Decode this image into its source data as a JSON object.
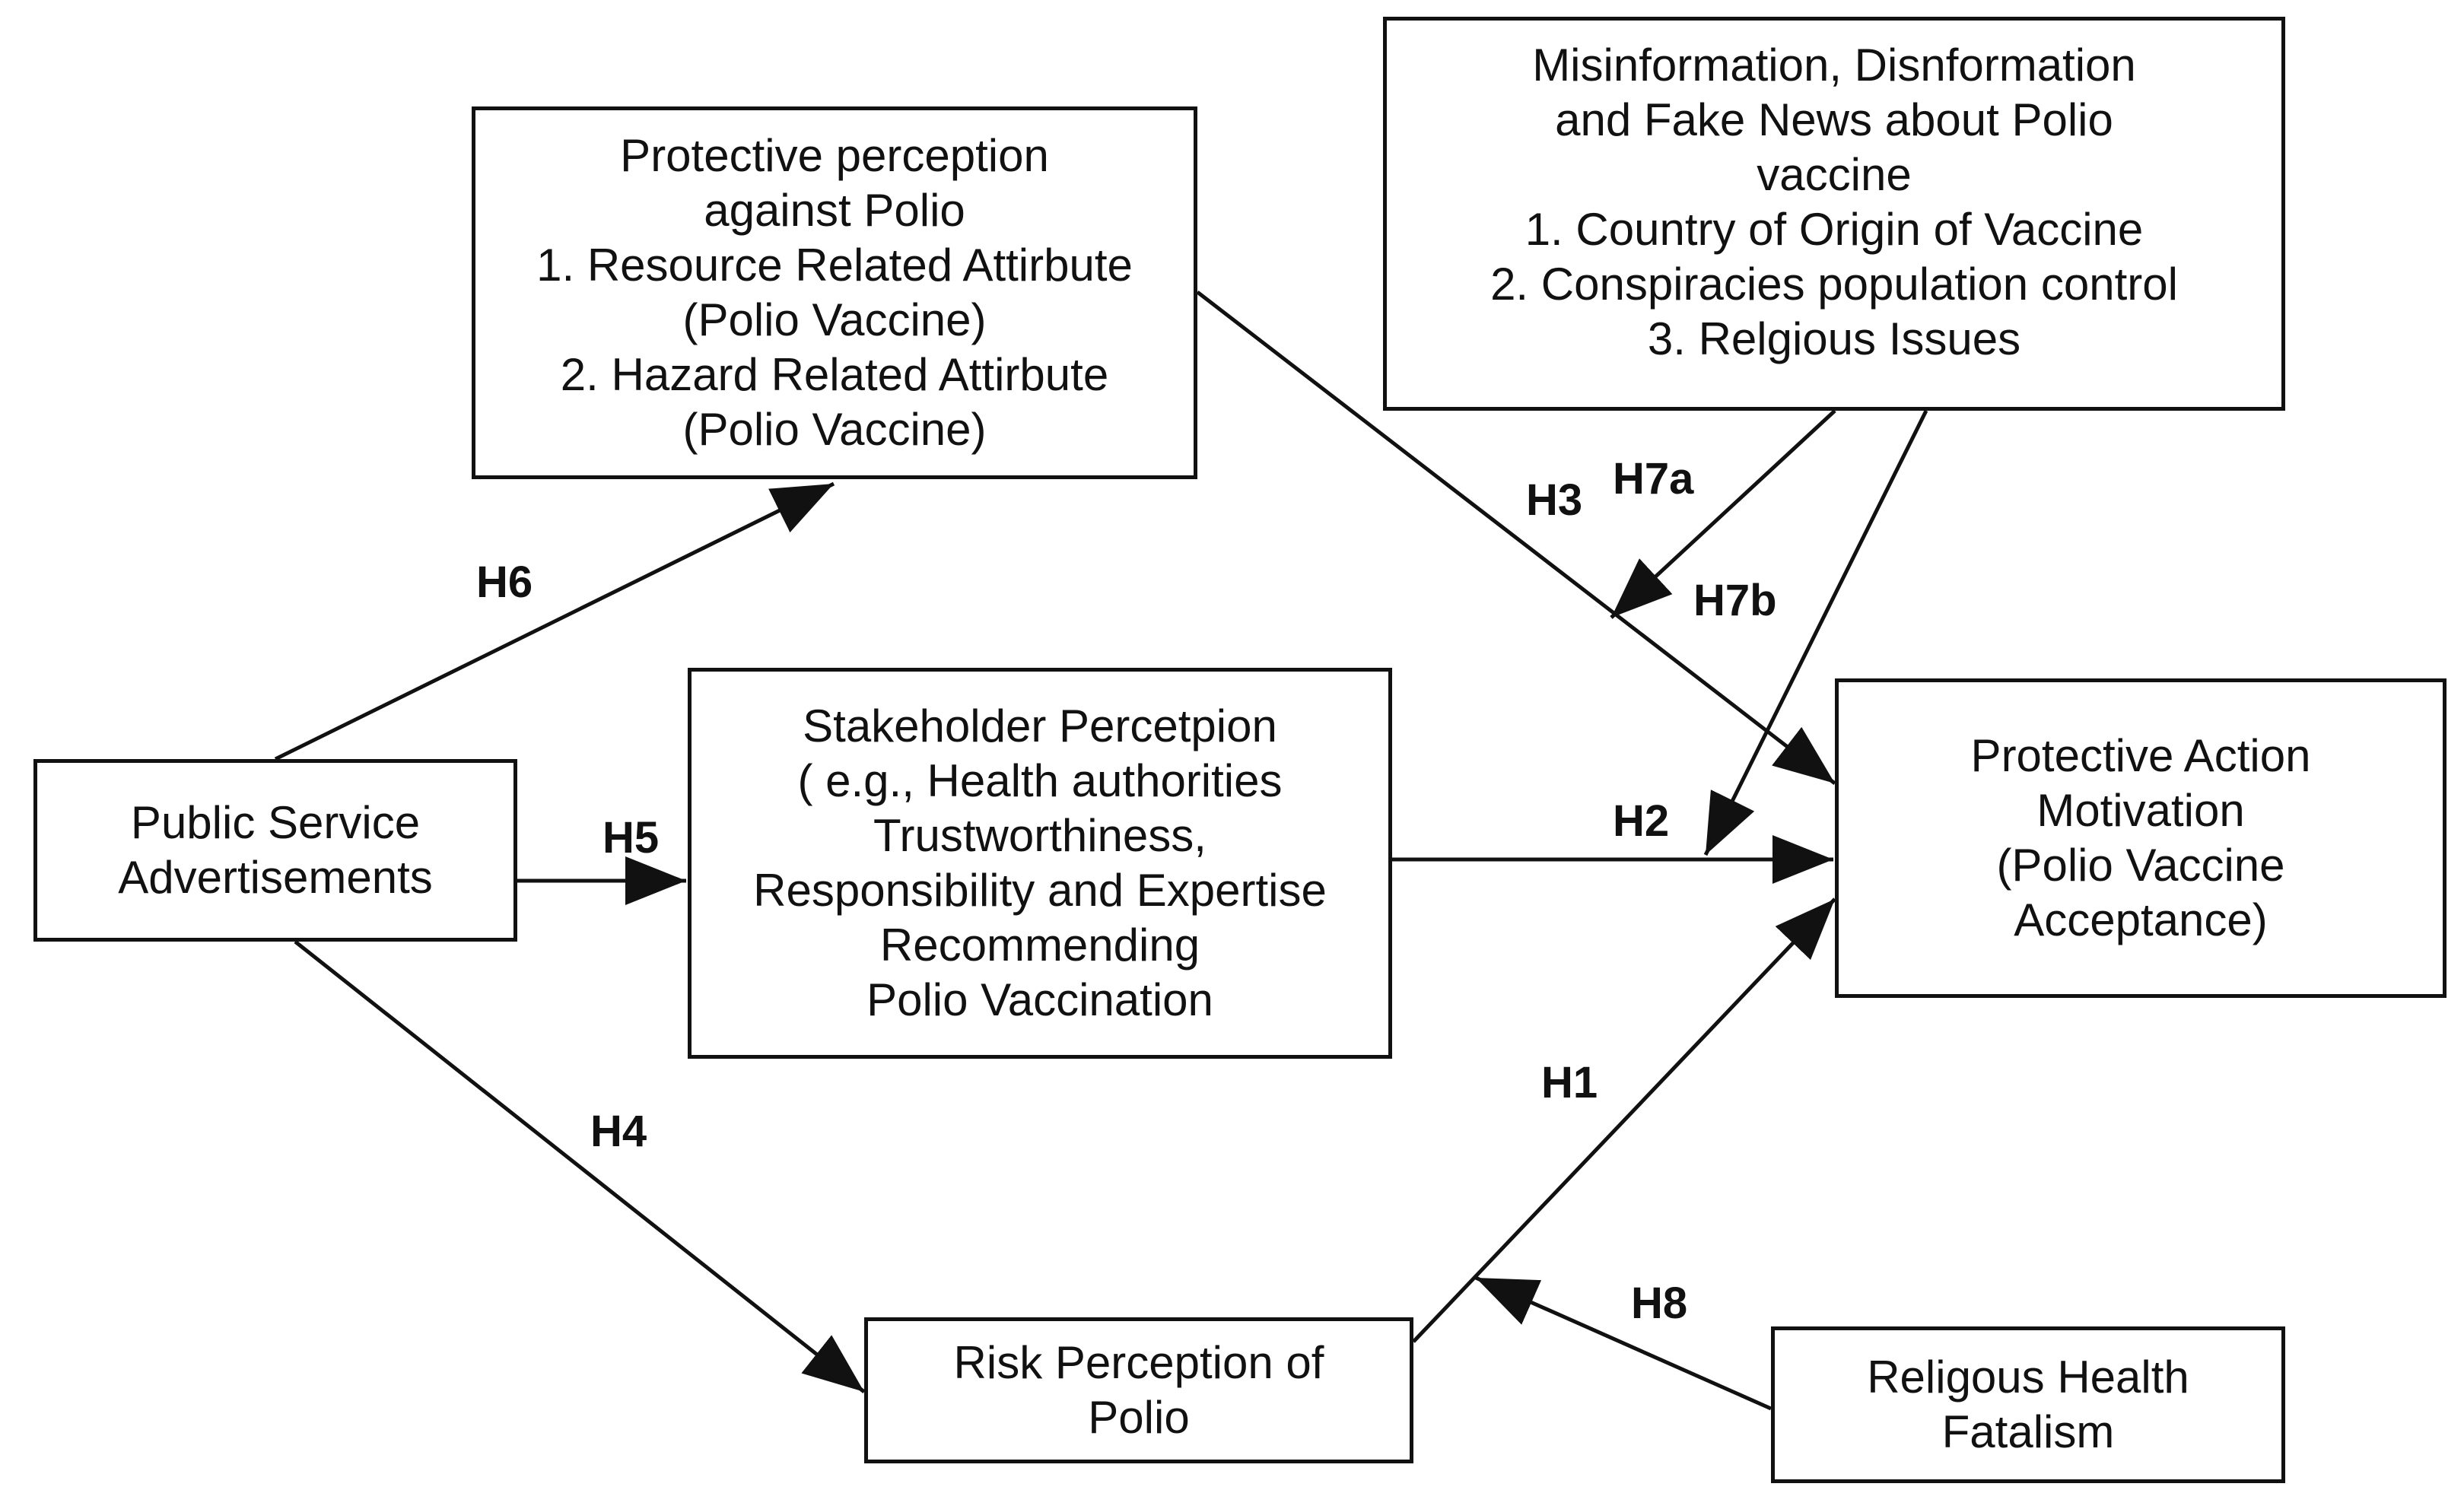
{
  "boxes": {
    "misinformation": {
      "lines": [
        "Misinformation, Disnformation",
        "and Fake News about Polio",
        "vaccine",
        "1. Country of Origin of Vaccine",
        "2. Conspiracies population control",
        "3. Relgious Issues"
      ]
    },
    "protective_perception": {
      "lines": [
        "Protective perception",
        "against Polio",
        "1. Resource Related Attirbute",
        "(Polio Vaccine)",
        "2. Hazard Related Attirbute",
        "(Polio Vaccine)"
      ]
    },
    "stakeholder_perception": {
      "lines": [
        "Stakeholder Percetpion",
        "( e.g., Health authorities",
        "Trustworthiness,",
        "Responsibility and Expertise",
        "Recommending",
        "Polio Vaccination"
      ]
    },
    "public_service_ads": {
      "lines": [
        "Public Service",
        "Advertisements"
      ]
    },
    "protective_action": {
      "lines": [
        "Protective Action",
        "Motivation",
        "(Polio Vaccine",
        "Acceptance)"
      ]
    },
    "risk_perception": {
      "lines": [
        "Risk Perception of",
        "Polio"
      ]
    },
    "fatalism": {
      "lines": [
        "Religous Health",
        "Fatalism"
      ]
    }
  },
  "hypotheses": {
    "h1": "H1",
    "h2": "H2",
    "h3": "H3",
    "h4": "H4",
    "h5": "H5",
    "h6": "H6",
    "h7a": "H7a",
    "h7b": "H7b",
    "h8": "H8"
  },
  "colors": {
    "stroke": "#111111",
    "background": "#ffffff"
  }
}
